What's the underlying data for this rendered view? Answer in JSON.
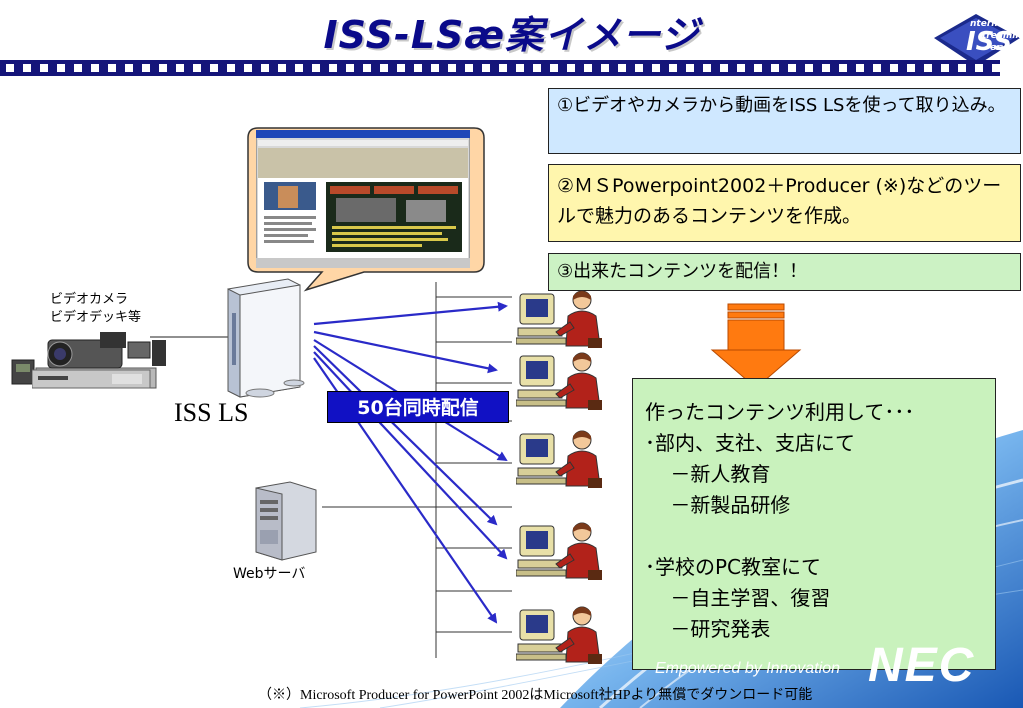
{
  "slide": {
    "title": "ISS-LSæ案イメージ",
    "logo": {
      "line1": "nternet",
      "line2": "treaming",
      "line3": "erver",
      "letters": "ISS"
    },
    "step1": "①ビデオやカメラから動画をISS LSを使って取り込み。",
    "step2": "②ＭＳPowerpoint2002＋Producer (※)などのツールで魅力のあるコンテンツを作成。",
    "step3": "③出来たコンテンツを配信！！",
    "camera_label_1": "ビデオカメラ",
    "camera_label_2": "ビデオデッキ等",
    "server_label": "ISS LS",
    "web_label": "Webサーバ",
    "badge": "50台同時配信",
    "usage": {
      "lines": [
        "作ったコンテンツ利用して･･･",
        "･部内、支社、支店にて",
        "    －新人教育",
        "    －新製品研修",
        "",
        "･学校のPC教室にて",
        "    －自主学習、復習",
        "    －研究発表"
      ]
    },
    "footnote": "（※）Microsoft Producer for PowerPoint 2002はMicrosoft社HPより無償でダウンロード可能",
    "brand_tagline": "Empowered by Innovation",
    "brand_name": "NEC"
  },
  "colors": {
    "title": "#0a0a8a",
    "ribbon": "#15157a",
    "box1": "#cfe8ff",
    "box2": "#fff6ad",
    "box3": "#ccf2c4",
    "box4": "#c9f2bd",
    "badge": "#1111c4",
    "arrow": "#2a2ac8",
    "big_arrow": "#ff7a10"
  },
  "icons": [
    "iss-logo-icon",
    "video-camera-icon",
    "video-deck-icon",
    "server-tower-icon",
    "web-server-icon",
    "person-at-computer-icon",
    "screen-thumbnail-icon",
    "down-arrow-icon"
  ]
}
